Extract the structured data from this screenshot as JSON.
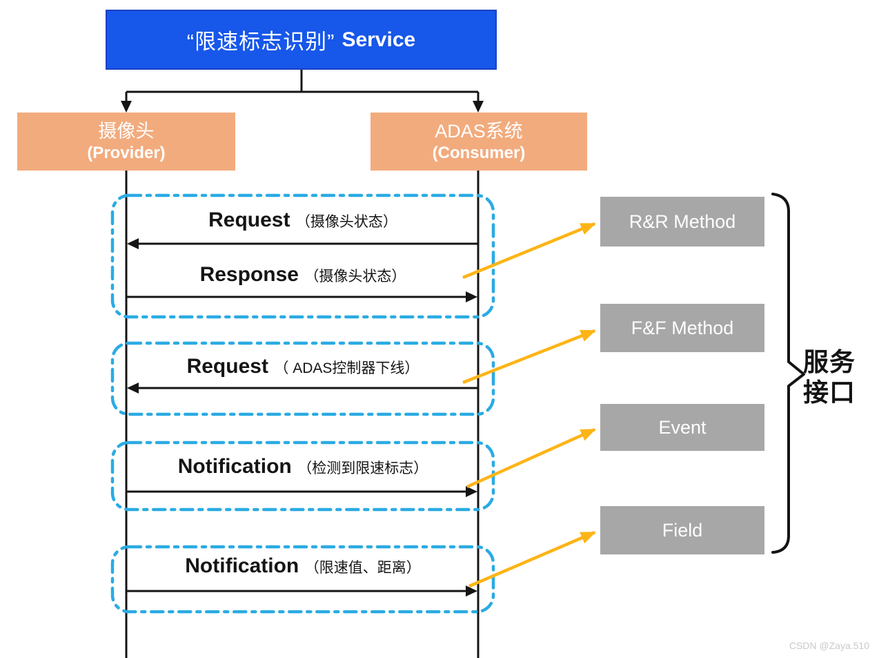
{
  "service": {
    "title_cn": "“限速标志识别”",
    "title_en": "Service"
  },
  "participants": [
    {
      "name": "摄像头",
      "role": "(Provider)"
    },
    {
      "name": "ADAS系统",
      "role": "(Consumer)"
    }
  ],
  "messages": [
    {
      "name": "Request",
      "detail": "（摄像头状态）",
      "direction": "to-provider"
    },
    {
      "name": "Response",
      "detail": "（摄像头状态）",
      "direction": "to-consumer"
    },
    {
      "name": "Request",
      "detail": "（ ADAS控制器下线）",
      "direction": "to-provider"
    },
    {
      "name": "Notification",
      "detail": "（检测到限速标志）",
      "direction": "to-consumer"
    },
    {
      "name": "Notification",
      "detail": "（限速值、距离）",
      "direction": "to-consumer"
    }
  ],
  "interface_types": [
    {
      "label": "R&R Method"
    },
    {
      "label": "F&F Method"
    },
    {
      "label": "Event"
    },
    {
      "label": "Field"
    }
  ],
  "bracket_label": {
    "line1": "服务",
    "line2": "接口"
  },
  "watermark": "CSDN @Zaya.510",
  "colors": {
    "service_blue": "#1757e9",
    "participant_orange": "#f2ab7d",
    "interface_gray": "#a7a7a7",
    "callout_yellow": "#fdb416",
    "group_dash_cyan": "#2aabe3",
    "line_black": "#151515"
  }
}
